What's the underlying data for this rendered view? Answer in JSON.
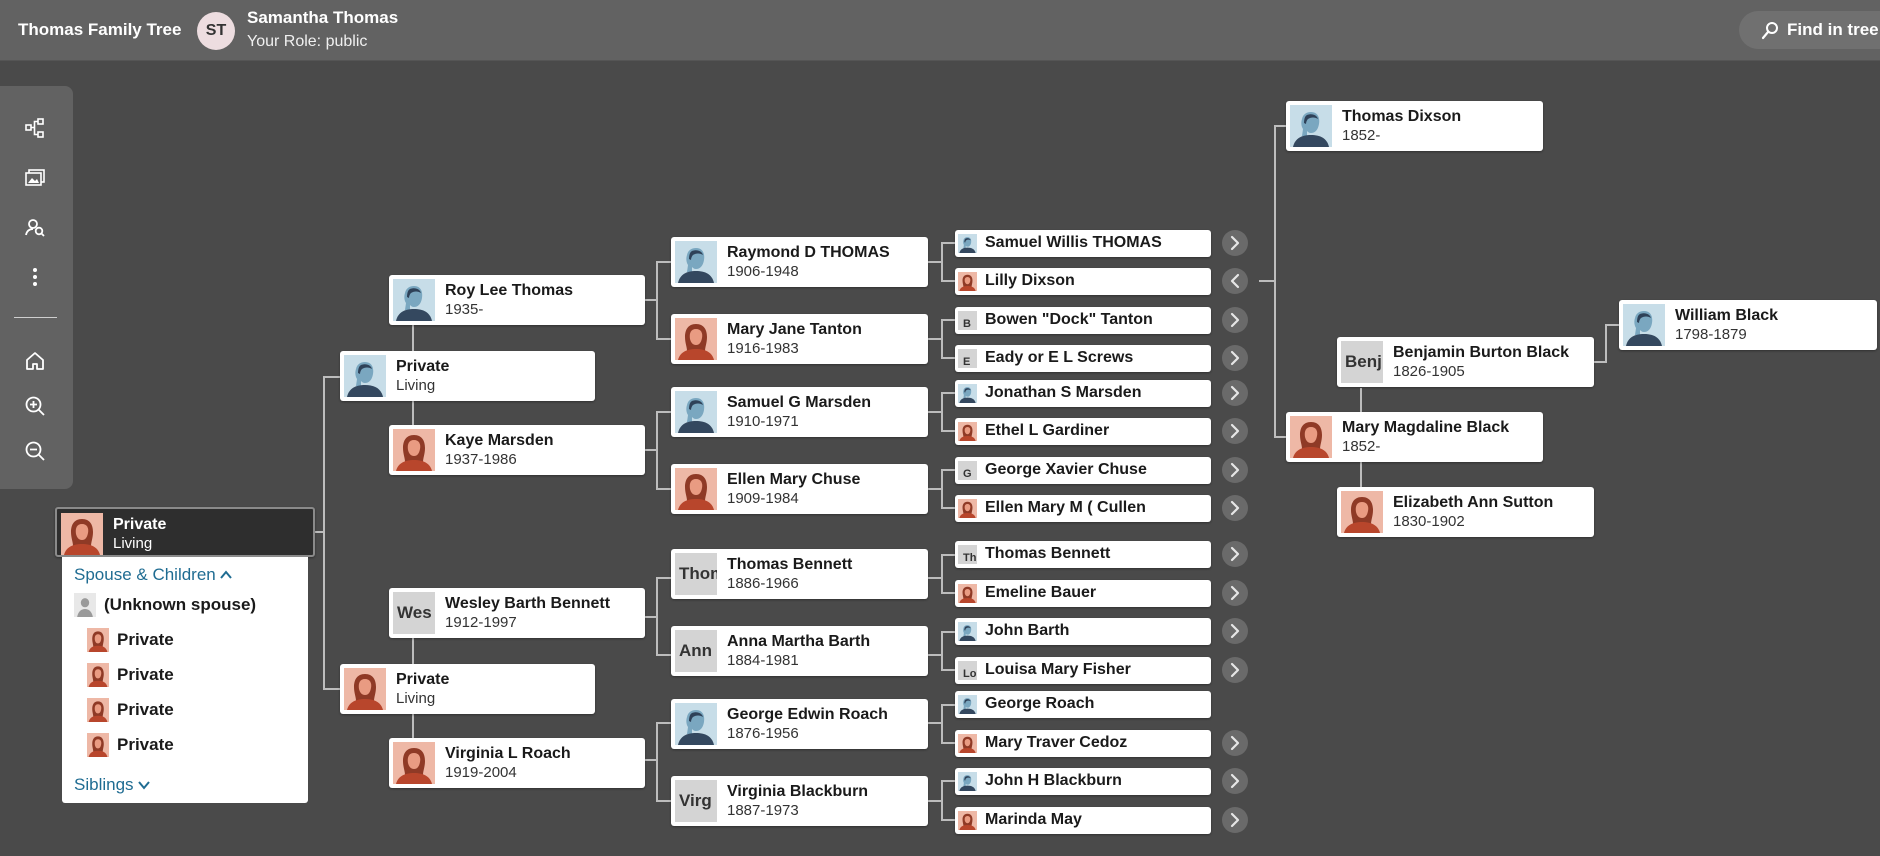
{
  "header": {
    "tree_title": "Thomas Family Tree",
    "user_initials": "ST",
    "user_name": "Samantha Thomas",
    "user_role": "Your Role: public",
    "find_label": "Find in tree"
  },
  "toolbar": {
    "icons": [
      "tree-view-icon",
      "media-icon",
      "search-person-icon",
      "more-icon",
      "home-icon",
      "zoom-in-icon",
      "zoom-out-icon"
    ]
  },
  "colors": {
    "male_bg": "#c7dde8",
    "female_bg": "#eeb8a6",
    "card_bg": "#ffffff",
    "canvas_bg": "#4a4a4a",
    "link": "#1f6c92"
  },
  "focus": {
    "name": "Private",
    "years": "Living"
  },
  "family_panel": {
    "spouse_label": "Spouse & Children",
    "unknown_spouse": "(Unknown spouse)",
    "children": [
      "Private",
      "Private",
      "Private",
      "Private"
    ],
    "siblings_label": "Siblings"
  },
  "people": {
    "p1": {
      "name": "Private",
      "years": "Living"
    },
    "p2": {
      "name": "Private",
      "years": "Living"
    },
    "roy": {
      "name": "Roy Lee Thomas",
      "years": "1935-"
    },
    "kaye": {
      "name": "Kaye Marsden",
      "years": "1937-1986"
    },
    "wesley": {
      "name": "Wesley Barth Bennett",
      "years": "1912-1997",
      "initials": "Wes"
    },
    "virginiar": {
      "name": "Virginia L Roach",
      "years": "1919-2004"
    },
    "raymond": {
      "name": "Raymond D THOMAS",
      "years": "1906-1948"
    },
    "maryjane": {
      "name": "Mary Jane Tanton",
      "years": "1916-1983"
    },
    "samuelg": {
      "name": "Samuel G Marsden",
      "years": "1910-1971"
    },
    "ellenmary": {
      "name": "Ellen Mary Chuse",
      "years": "1909-1984"
    },
    "thomasb": {
      "name": "Thomas Bennett",
      "years": "1886-1966",
      "initials": "Thom"
    },
    "annam": {
      "name": "Anna Martha Barth",
      "years": "1884-1981",
      "initials": "Ann"
    },
    "georgee": {
      "name": "George Edwin Roach",
      "years": "1876-1956"
    },
    "virginiab": {
      "name": "Virginia Blackburn",
      "years": "1887-1973",
      "initials": "Virg"
    },
    "samuelw": {
      "name": "Samuel Willis THOMAS"
    },
    "lilly": {
      "name": "Lilly Dixson"
    },
    "bowen": {
      "name": "Bowen \"Dock\" Tanton",
      "initials": "B"
    },
    "eady": {
      "name": "Eady or E L Screws",
      "initials": "E"
    },
    "jonathan": {
      "name": "Jonathan S Marsden"
    },
    "ethel": {
      "name": "Ethel L Gardiner"
    },
    "georgex": {
      "name": "George Xavier Chuse",
      "initials": "G"
    },
    "ellenm": {
      "name": "Ellen Mary M ( Cullen"
    },
    "thomasb2": {
      "name": "Thomas Bennett",
      "initials": "Th"
    },
    "emeline": {
      "name": "Emeline Bauer"
    },
    "johnb": {
      "name": "John Barth"
    },
    "louisa": {
      "name": "Louisa Mary Fisher",
      "initials": "Lo"
    },
    "georger": {
      "name": "George Roach"
    },
    "marytraver": {
      "name": "Mary Traver Cedoz"
    },
    "johnh": {
      "name": "John H Blackburn"
    },
    "marinda": {
      "name": "Marinda May"
    },
    "thomasd": {
      "name": "Thomas Dixson",
      "years": "1852-"
    },
    "marym": {
      "name": "Mary Magdaline Black",
      "years": "1852-"
    },
    "benjamin": {
      "name": "Benjamin Burton Black",
      "years": "1826-1905",
      "initials": "Benj"
    },
    "elizabeth": {
      "name": "Elizabeth Ann Sutton",
      "years": "1830-1902"
    },
    "william": {
      "name": "William Black",
      "years": "1798-1879"
    }
  }
}
